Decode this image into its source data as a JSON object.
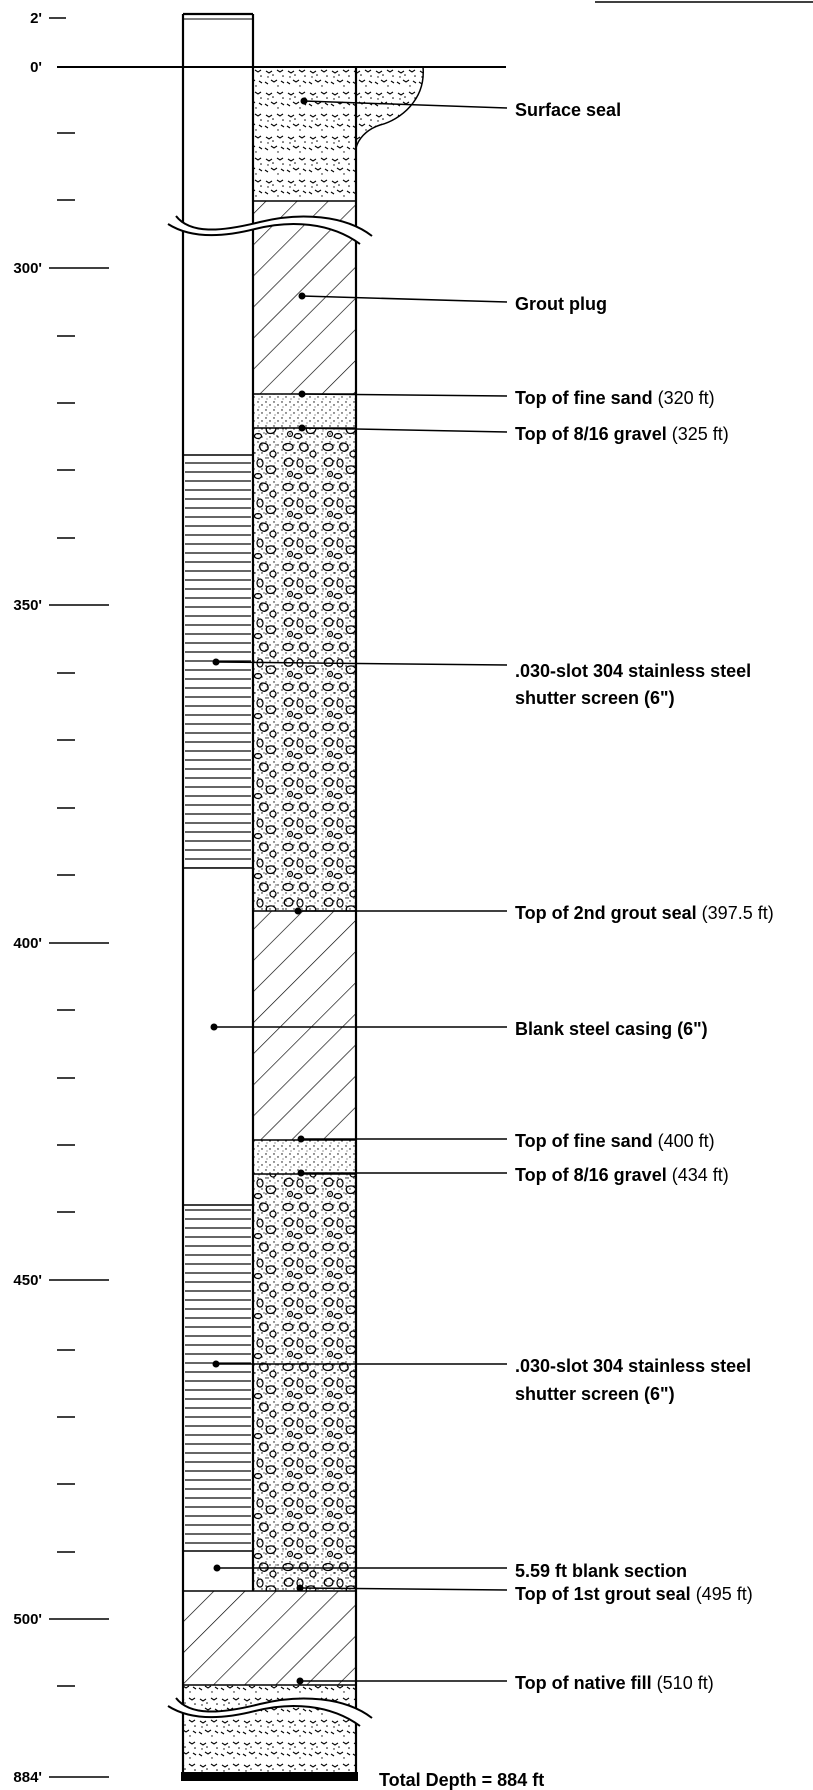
{
  "depth_labels": [
    "2'",
    "0'",
    "300'",
    "350'",
    "400'",
    "450'",
    "500'",
    "884'"
  ],
  "callouts": [
    {
      "id": "surface-seal",
      "lines": [
        {
          "bold": "Surface seal",
          "value": ""
        }
      ]
    },
    {
      "id": "grout-plug",
      "lines": [
        {
          "bold": "Grout plug",
          "value": ""
        }
      ]
    },
    {
      "id": "fine-sand-1",
      "lines": [
        {
          "bold": "Top of fine sand",
          "value": "(320 ft)"
        }
      ]
    },
    {
      "id": "gravel-1",
      "lines": [
        {
          "bold": "Top of 8/16 gravel",
          "value": "(325 ft)"
        }
      ]
    },
    {
      "id": "screen-1",
      "lines": [
        {
          "bold": ".030-slot 304 stainless steel",
          "value": ""
        },
        {
          "bold": "shutter screen (6\")",
          "value": ""
        }
      ]
    },
    {
      "id": "grout-seal-2",
      "lines": [
        {
          "bold": "Top of 2nd grout seal",
          "value": "(397.5 ft)"
        }
      ]
    },
    {
      "id": "blank-casing",
      "lines": [
        {
          "bold": "Blank steel casing (6\")",
          "value": ""
        }
      ]
    },
    {
      "id": "fine-sand-2",
      "lines": [
        {
          "bold": "Top of fine sand",
          "value": "(400 ft)"
        }
      ]
    },
    {
      "id": "gravel-2",
      "lines": [
        {
          "bold": "Top of 8/16 gravel",
          "value": "(434 ft)"
        }
      ]
    },
    {
      "id": "screen-2",
      "lines": [
        {
          "bold": ".030-slot 304 stainless steel",
          "value": ""
        },
        {
          "bold": "shutter screen (6\")",
          "value": ""
        }
      ]
    },
    {
      "id": "blank-section",
      "lines": [
        {
          "bold": "5.59 ft blank section",
          "value": ""
        }
      ]
    },
    {
      "id": "grout-seal-1",
      "lines": [
        {
          "bold": "Top of 1st grout seal",
          "value": "(495 ft)"
        }
      ]
    },
    {
      "id": "native-fill",
      "lines": [
        {
          "bold": "Top of native fill",
          "value": "(510 ft)"
        }
      ]
    }
  ],
  "total_depth": "Total Depth = 884 ft"
}
